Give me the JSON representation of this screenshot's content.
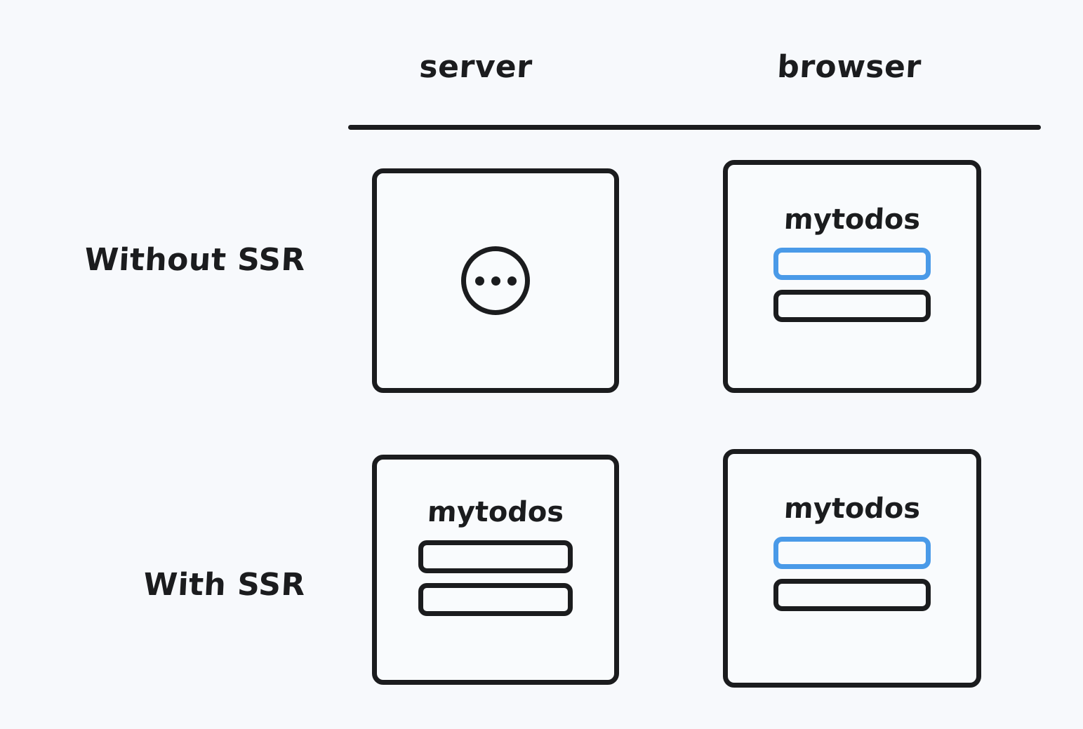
{
  "diagram": {
    "background_color": "#f7f9fc",
    "ink_color": "#1b1c1e",
    "accent_color": "#4a9ae8",
    "columns": [
      {
        "id": "server",
        "label": "server"
      },
      {
        "id": "browser",
        "label": "browser"
      }
    ],
    "rows": [
      {
        "id": "without-ssr",
        "label": "Without SSR"
      },
      {
        "id": "with-ssr",
        "label": "With SSR"
      }
    ],
    "app": {
      "title": "mytodos"
    },
    "cells": {
      "server_without_ssr": {
        "content": "loading-spinner",
        "dots": [
          "dot",
          "dot",
          "dot"
        ]
      },
      "browser_without_ssr": {
        "content": "app-mock",
        "title": "mytodos",
        "bars": [
          {
            "style": "accent"
          },
          {
            "style": "ink"
          }
        ]
      },
      "server_with_ssr": {
        "content": "app-mock",
        "title": "mytodos",
        "bars": [
          {
            "style": "ink"
          },
          {
            "style": "ink"
          }
        ]
      },
      "browser_with_ssr": {
        "content": "app-mock",
        "title": "mytodos",
        "bars": [
          {
            "style": "accent"
          },
          {
            "style": "ink"
          }
        ]
      }
    }
  }
}
